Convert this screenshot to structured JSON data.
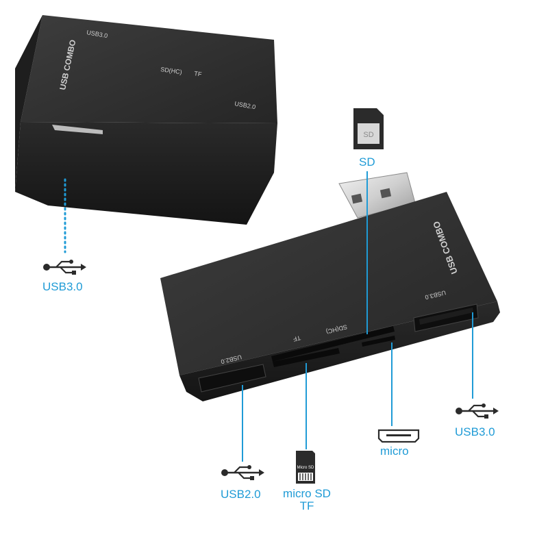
{
  "top_hub": {
    "brand_text": "USB COMBO",
    "port_usb30_marking": "USB3.0",
    "port_sd_marking": "SD(HC)",
    "port_tf_marking": "TF",
    "port_usb20_marking": "USB2.0"
  },
  "main_hub": {
    "brand_text": "USB COMBO",
    "port_usb30_marking": "USB3.0",
    "port_sd_marking": "SD(HC)",
    "port_tf_marking": "TF",
    "port_usb20_marking": "USB2.0"
  },
  "callouts": {
    "usb30_left": "USB3.0",
    "sd": "SD",
    "sd_card_text": "SD",
    "usb30_right": "USB3.0",
    "micro": "micro",
    "usb20": "USB2.0",
    "micro_sd_line1": "micro SD",
    "micro_sd_line2": "TF",
    "micro_sd_card_text": "Micro SD"
  },
  "colors": {
    "accent": "#1f9bd6",
    "hub_body": "#2b2b2b",
    "hub_top": "#353535",
    "usb_blue": "#2f6fd1",
    "metal": "#d4d4d4"
  },
  "icons": [
    "usb-trident-icon",
    "sd-card-icon",
    "micro-sd-card-icon",
    "micro-usb-port-icon"
  ]
}
